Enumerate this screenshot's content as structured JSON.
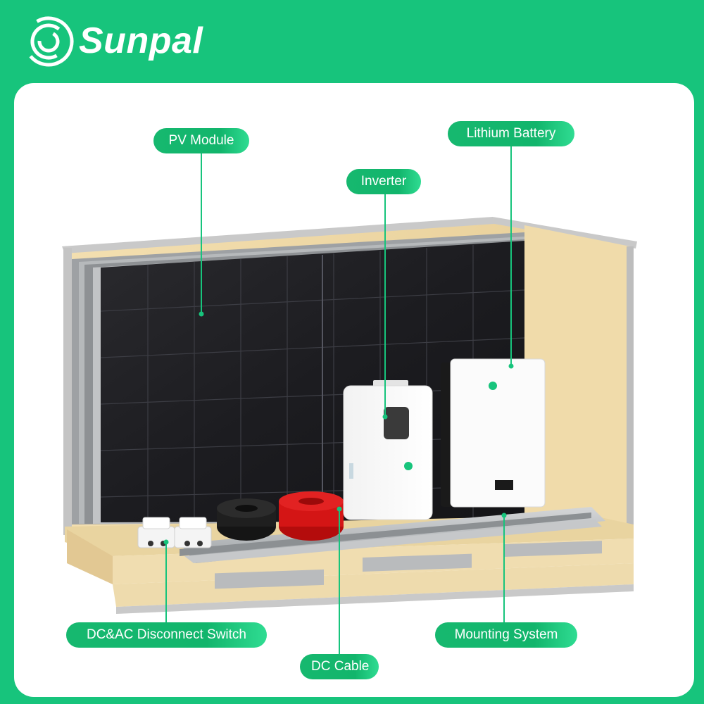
{
  "brand": {
    "name": "Sunpal",
    "logo_icon": "swirl-logo-icon"
  },
  "labels": {
    "pv_module": "PV Module",
    "lithium_battery": "Lithium Battery",
    "inverter": "Inverter",
    "dc_ac_disconnect_switch": "DC&AC Disconnect Switch",
    "mounting_system": "Mounting System",
    "dc_cable": "DC Cable"
  },
  "colors": {
    "brand_green": "#17c47c",
    "label_green": "#12b56c",
    "card_background": "#ffffff",
    "crate_wood": "#f0dcaa"
  }
}
